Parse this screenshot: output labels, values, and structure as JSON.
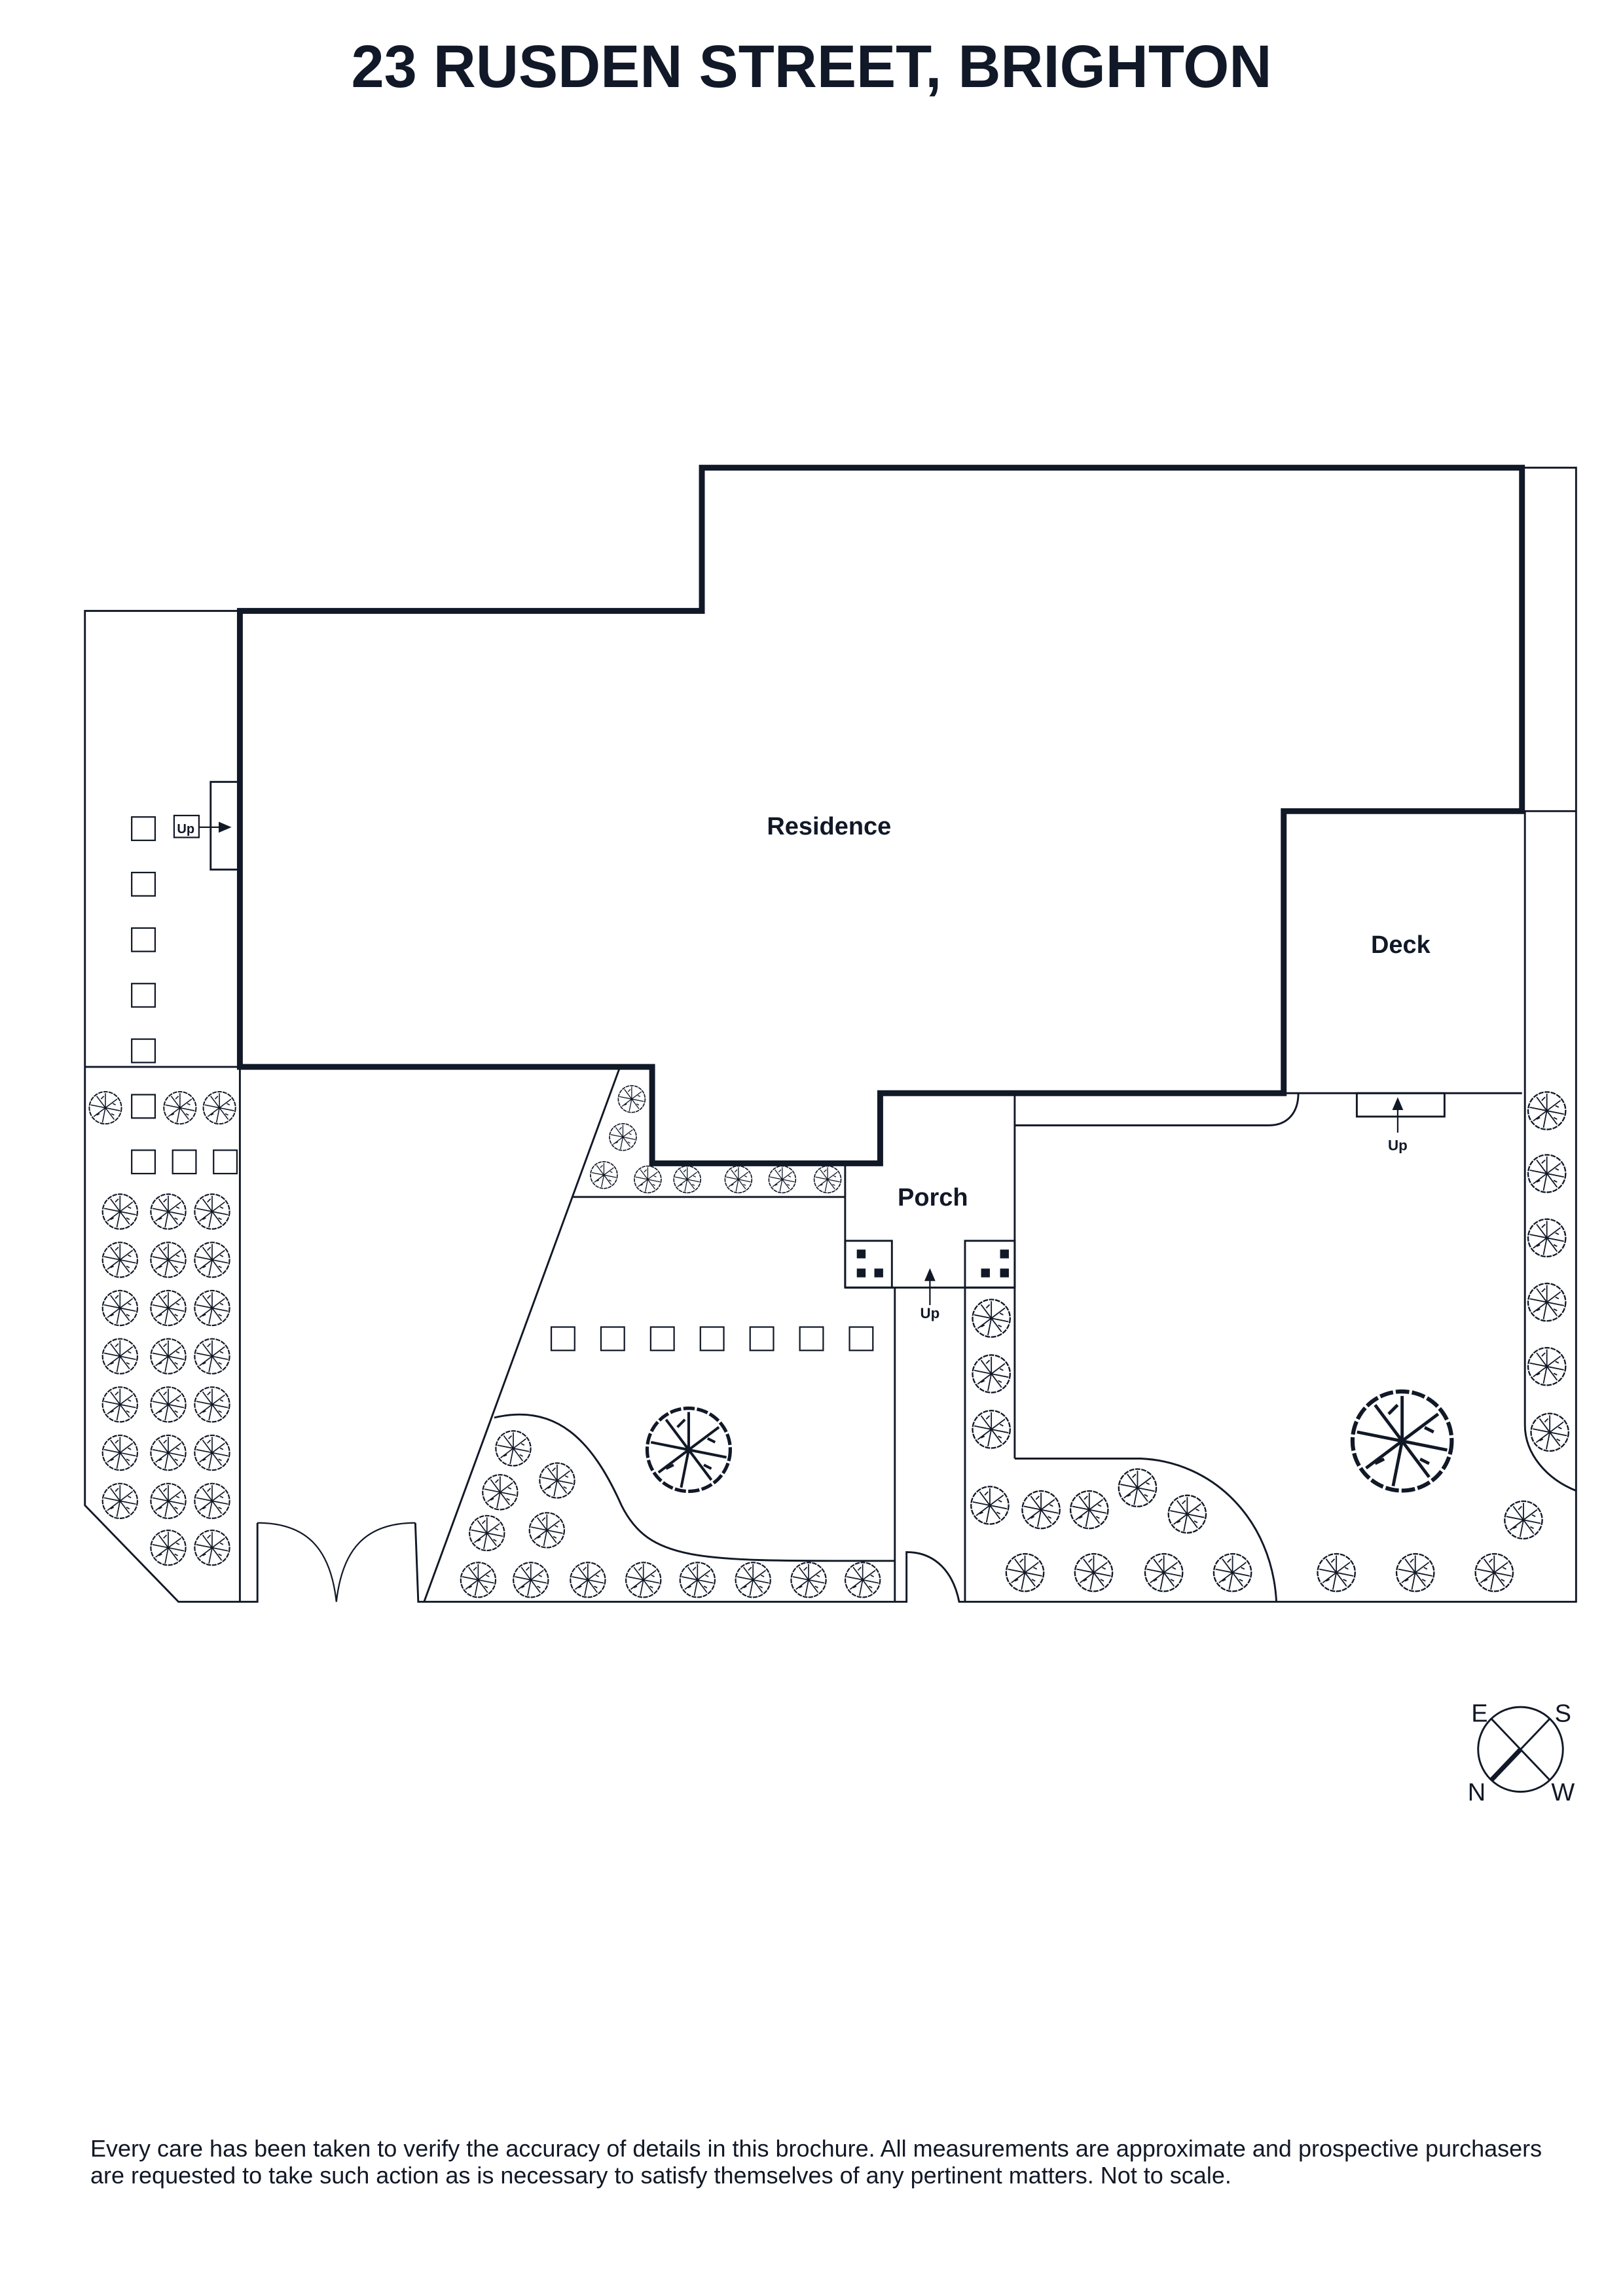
{
  "title": "23 RUSDEN STREET, BRIGHTON",
  "rooms": {
    "residence": "Residence",
    "deck": "Deck",
    "porch": "Porch"
  },
  "stairs": {
    "side_up": "Up",
    "porch_up": "Up",
    "deck_up": "Up"
  },
  "compass": {
    "e": "E",
    "s": "S",
    "n": "N",
    "w": "W"
  },
  "footer": "Every care has been taken to verify the accuracy of details in this brochure. All measurements are approximate and prospective purchasers are requested to take such action as is necessary to satisfy themselves of any pertinent matters. Not to scale.",
  "colors": {
    "ink": "#111827",
    "background": "#ffffff"
  }
}
